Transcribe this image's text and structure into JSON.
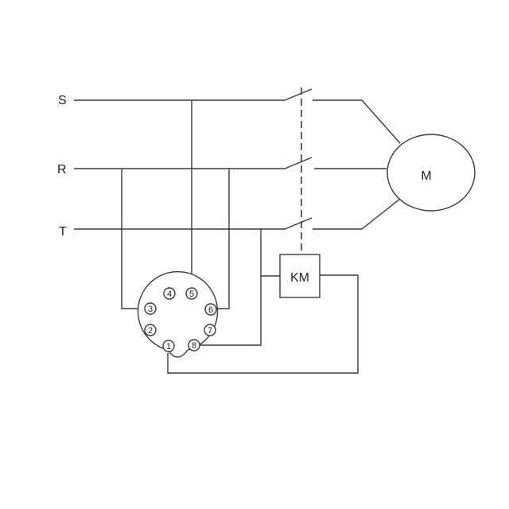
{
  "lines": {
    "s": "S",
    "r": "R",
    "t": "T"
  },
  "motor": {
    "label": "M"
  },
  "contactor": {
    "label": "KM"
  },
  "relay_pins": [
    "1",
    "2",
    "3",
    "4",
    "5",
    "6",
    "7",
    "8"
  ]
}
